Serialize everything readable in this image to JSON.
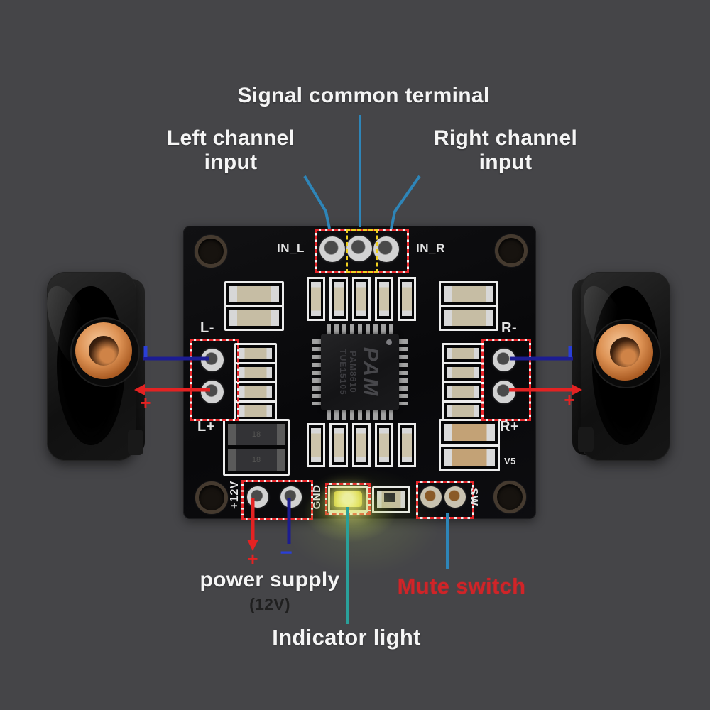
{
  "colors": {
    "background": "#454548",
    "board": "#0a0a0b",
    "leader_blue": "#2e85b8",
    "indicator_teal": "#2aa09a",
    "wire_red": "#e42222",
    "wire_navy": "#1c1c92",
    "label_white": "#f5f5f5",
    "label_red": "#d02428",
    "label_dark": "#1f1f1f",
    "highlight_dashed_red": "#e8262a",
    "highlight_dashed_yellow": "#f0d020",
    "led_yellow": "#f0e766",
    "speaker_copper": "#dd9254"
  },
  "annotations": {
    "signal_common": {
      "label": "Signal common terminal"
    },
    "left_channel": {
      "label": "Left channel input"
    },
    "right_channel": {
      "label": "Right channel input"
    },
    "power_supply": {
      "line1": "power supply",
      "line2": "(12V)"
    },
    "mute_switch": {
      "label": "Mute switch"
    },
    "indicator_light": {
      "label": "Indicator light"
    },
    "polarity": {
      "plus": "+",
      "minus": "−"
    }
  },
  "board": {
    "silkscreen": {
      "in_l": "IN_L",
      "in_r": "IN_R",
      "l_minus": "L-",
      "l_plus": "L+",
      "r_minus": "R-",
      "r_plus": "R+",
      "v5": "V5",
      "power": "+12V",
      "ground": "GND",
      "switch": "SW",
      "inductor_marking": "18"
    },
    "chip": {
      "brand": "PAM",
      "part_number": "PAM8610",
      "lot_code": "TUE15105"
    }
  }
}
